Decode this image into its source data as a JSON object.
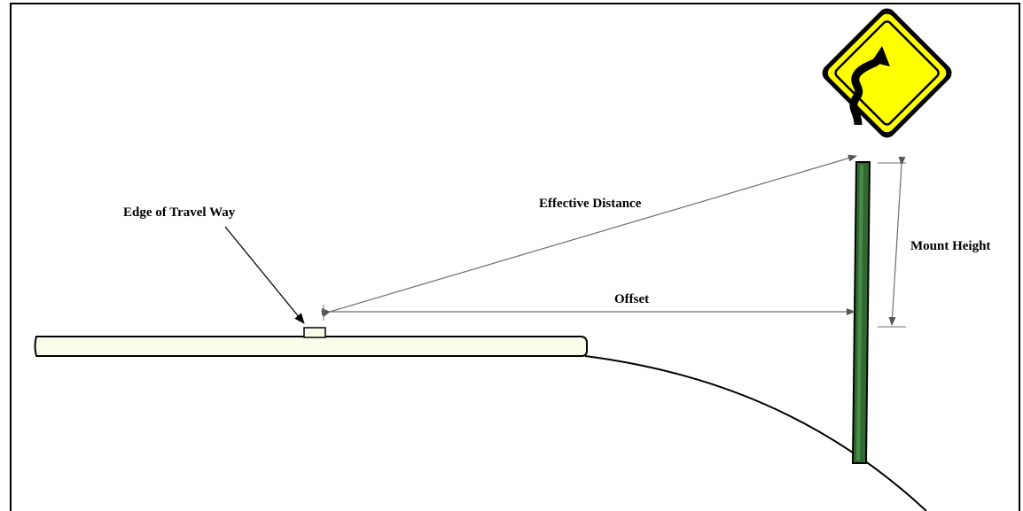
{
  "labels": {
    "edge_of_travel_way": "Edge of Travel Way",
    "effective_distance": "Effective Distance",
    "offset": "Offset",
    "mount_height": "Mount Height"
  },
  "icons": {
    "warning_sign": "winding-road-warning-sign-icon"
  },
  "colors": {
    "sign_yellow": "#ffff00",
    "sign_border": "#000000",
    "post_green": "#2f6b2f",
    "roadway_fill": "#fbfbe9",
    "dimension_line": "#6e6e6e"
  }
}
